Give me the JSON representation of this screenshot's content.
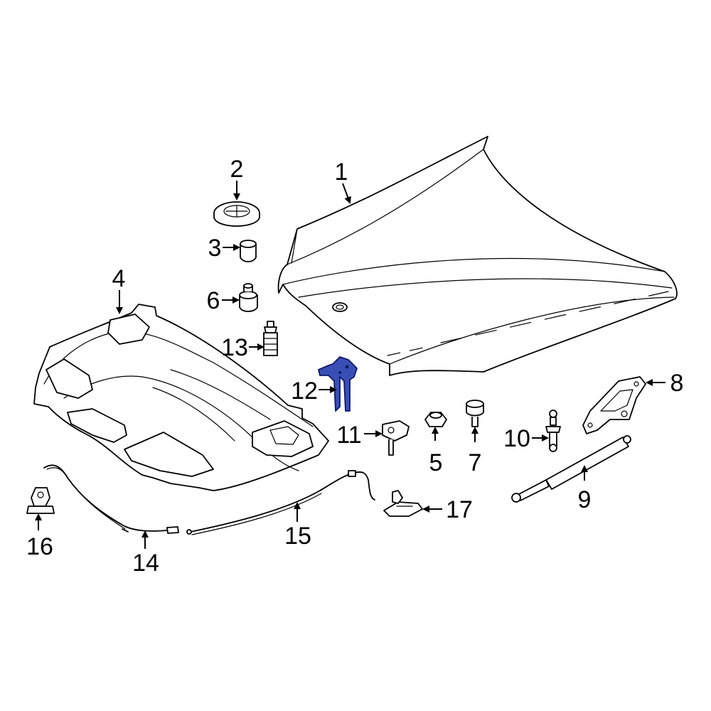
{
  "diagram": {
    "type": "exploded-parts-view",
    "highlight_color": "#3a4fb5",
    "callouts": [
      {
        "id": "c1",
        "label": "1"
      },
      {
        "id": "c2",
        "label": "2"
      },
      {
        "id": "c3",
        "label": "3"
      },
      {
        "id": "c4",
        "label": "4"
      },
      {
        "id": "c5",
        "label": "5"
      },
      {
        "id": "c6",
        "label": "6"
      },
      {
        "id": "c7",
        "label": "7"
      },
      {
        "id": "c8",
        "label": "8"
      },
      {
        "id": "c9",
        "label": "9"
      },
      {
        "id": "c10",
        "label": "10"
      },
      {
        "id": "c11",
        "label": "11"
      },
      {
        "id": "c12",
        "label": "12",
        "highlighted": true
      },
      {
        "id": "c13",
        "label": "13"
      },
      {
        "id": "c14",
        "label": "14"
      },
      {
        "id": "c15",
        "label": "15"
      },
      {
        "id": "c16",
        "label": "16"
      },
      {
        "id": "c17",
        "label": "17"
      }
    ]
  }
}
